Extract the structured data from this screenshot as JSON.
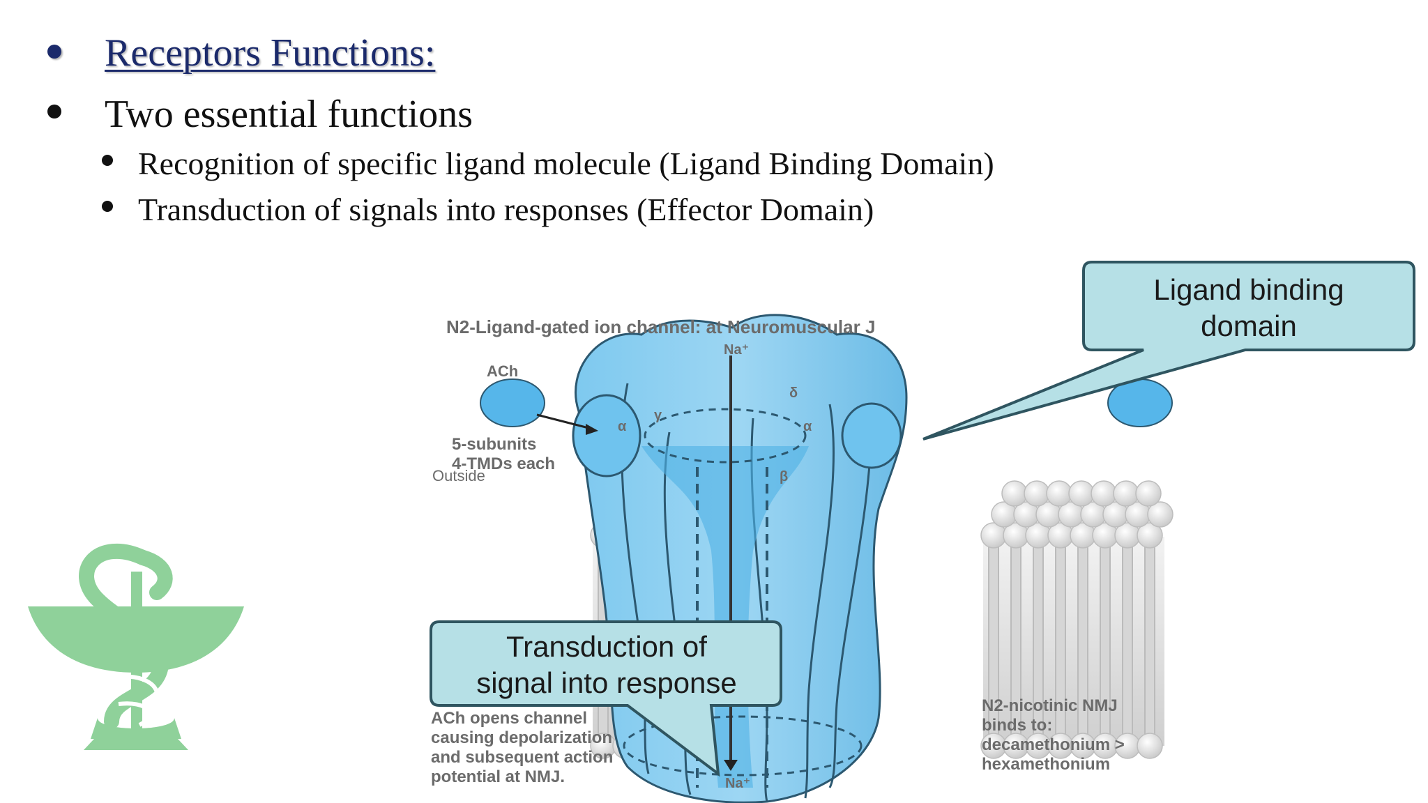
{
  "slide": {
    "title": "Receptors Functions:",
    "line1": "Two essential functions",
    "sub_bullets": [
      "Recognition of specific ligand molecule (Ligand Binding Domain)",
      "Transduction of signals into responses  (Effector Domain)"
    ]
  },
  "diagram": {
    "header": "N2-Ligand-gated ion channel: at Neuromuscular J",
    "na_top": "Na⁺",
    "na_bottom": "Na⁺",
    "ach": "ACh",
    "subunits_line1": "5-subunits",
    "subunits_line2": "4-TMDs each",
    "outside": "Outside",
    "subunit_alpha_left": "α",
    "subunit_gamma": "γ",
    "subunit_delta": "δ",
    "subunit_alpha_right": "α",
    "subunit_beta": "β",
    "bottom_left": [
      "ACh opens channel",
      "causing depolarization",
      "and subsequent action",
      "potential at NMJ."
    ],
    "bottom_right": [
      "N2-nicotinic NMJ",
      "binds to:",
      "decamethonium >",
      "hexamethonium"
    ],
    "callout_ligand": [
      "Ligand binding",
      "domain"
    ],
    "callout_transduction": [
      "Transduction of",
      "signal into response"
    ]
  },
  "colors": {
    "title": "#1b2a6b",
    "channel": "#5fb8e8",
    "callout_fill": "#b6e0e6",
    "logo": "#8fd19a"
  },
  "logo": {
    "icon": "bowl-of-hygieia-icon"
  }
}
